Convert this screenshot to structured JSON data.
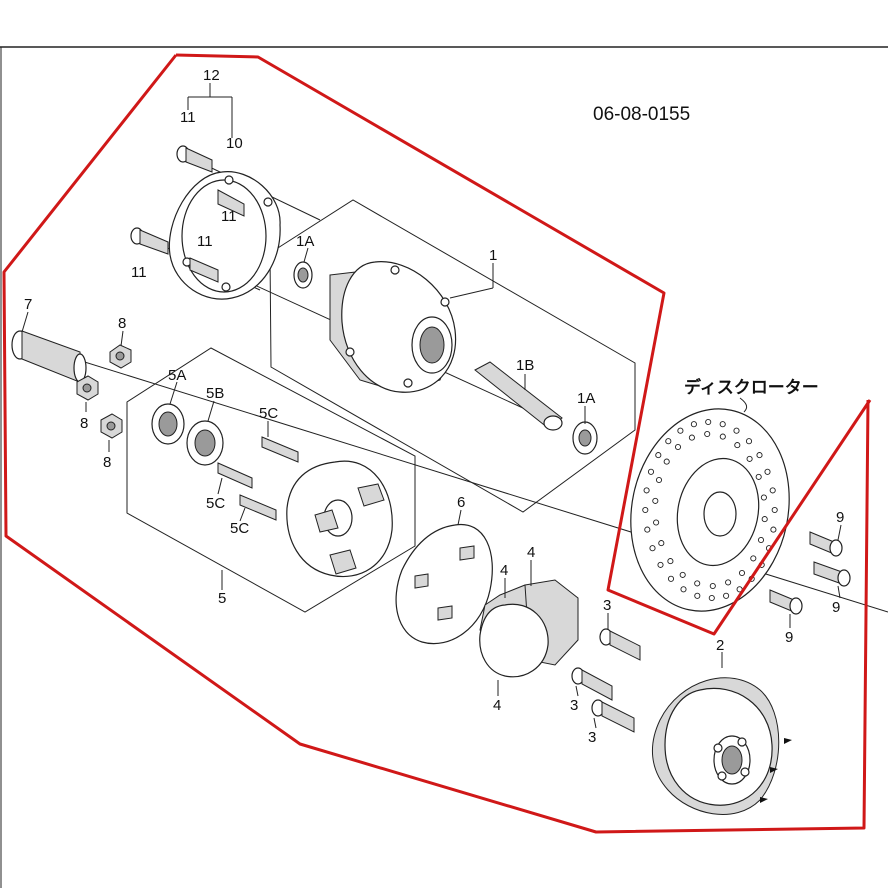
{
  "diagram": {
    "code": "06-08-0155",
    "annotation": "ディスクローター",
    "labels": {
      "p12": "12",
      "p11a": "11",
      "p10": "10",
      "p11b": "11",
      "p11c": "11",
      "p11d": "11",
      "p1A_top": "1A",
      "p1": "1",
      "p1B": "1B",
      "p1A_bot": "1A",
      "p7": "7",
      "p8a": "8",
      "p8b": "8",
      "p8c": "8",
      "p5A": "5A",
      "p5B": "5B",
      "p5C_a": "5C",
      "p5C_b": "5C",
      "p5C_c": "5C",
      "p5": "5",
      "p6": "6",
      "p4a": "4",
      "p4b": "4",
      "p4c": "4",
      "p9a": "9",
      "p9b": "9",
      "p9c": "9",
      "p3a": "3",
      "p3b": "3",
      "p3c": "3",
      "p2": "2"
    },
    "colors": {
      "highlight": "#d01818",
      "line": "#222222"
    }
  }
}
